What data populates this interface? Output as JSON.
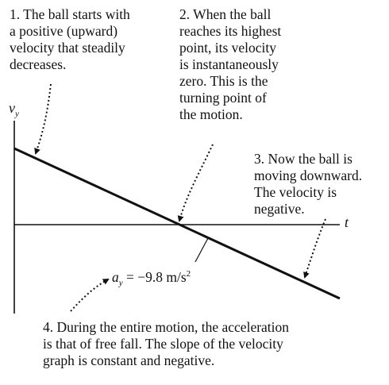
{
  "annotations": {
    "note1": "1. The ball starts with\na positive (upward)\nvelocity that steadily\ndecreases.",
    "note2": "2. When the ball\nreaches its highest\npoint, its velocity\nis instantaneously\nzero. This is the\nturning point of\nthe motion.",
    "note3": "3. Now the ball is\nmoving downward.\nThe velocity is\nnegative.",
    "note4": "4. During the entire motion, the acceleration\nis that of free fall. The slope of the velocity\ngraph is constant and negative."
  },
  "axes": {
    "y_symbol": "v",
    "y_subscript": "y",
    "x_symbol": "t"
  },
  "acceleration_label": {
    "symbol": "a",
    "subscript": "y",
    "value_text": " = −9.8 m/s",
    "exponent": "2"
  },
  "colors": {
    "ink": "#111111",
    "background": "#ffffff"
  }
}
